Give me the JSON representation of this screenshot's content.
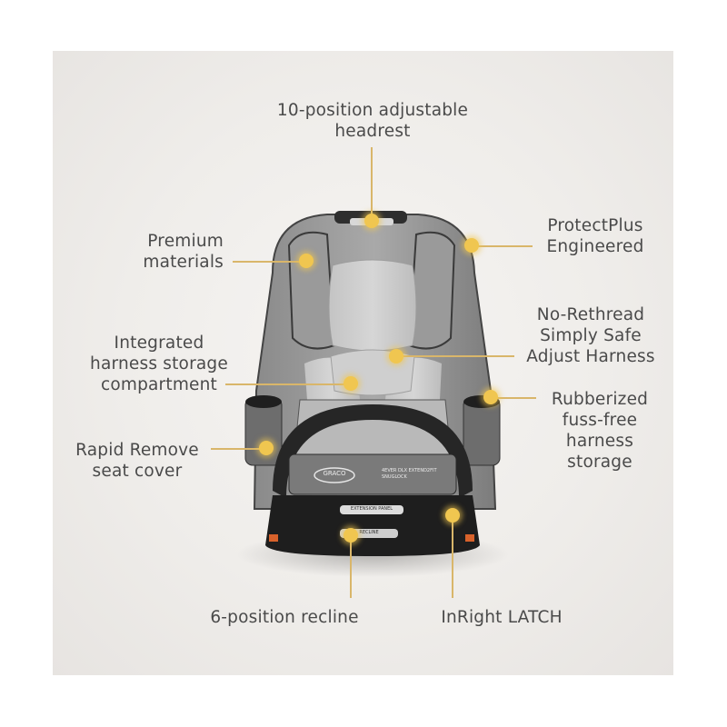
{
  "product": {
    "brand_badge": "GRACO",
    "side_tag": "4EVER DLX EXTEND2FIT SNUGLOCK",
    "extension_panel_label": "EXTENSION PANEL",
    "recline_label": "RECLINE"
  },
  "callouts": [
    {
      "id": "headrest",
      "text": "10-position adjustable\nheadrest"
    },
    {
      "id": "protectplus",
      "text": "ProtectPlus\nEngineered"
    },
    {
      "id": "premium",
      "text": "Premium\nmaterials"
    },
    {
      "id": "no-rethread",
      "text": "No-Rethread\nSimply Safe\nAdjust Harness"
    },
    {
      "id": "integrated-storage",
      "text": "Integrated\nharness storage\ncompartment"
    },
    {
      "id": "rubberized",
      "text": "Rubberized\nfuss-free\nharness\nstorage"
    },
    {
      "id": "rapid-remove",
      "text": "Rapid Remove\nseat cover"
    },
    {
      "id": "recline",
      "text": "6-position recline"
    },
    {
      "id": "latch",
      "text": "InRight LATCH"
    }
  ],
  "colors": {
    "callout_line": "#d9b66a",
    "callout_dot": "#f0c650",
    "text": "#4a4a4a",
    "panel_bg": "#efedea"
  }
}
